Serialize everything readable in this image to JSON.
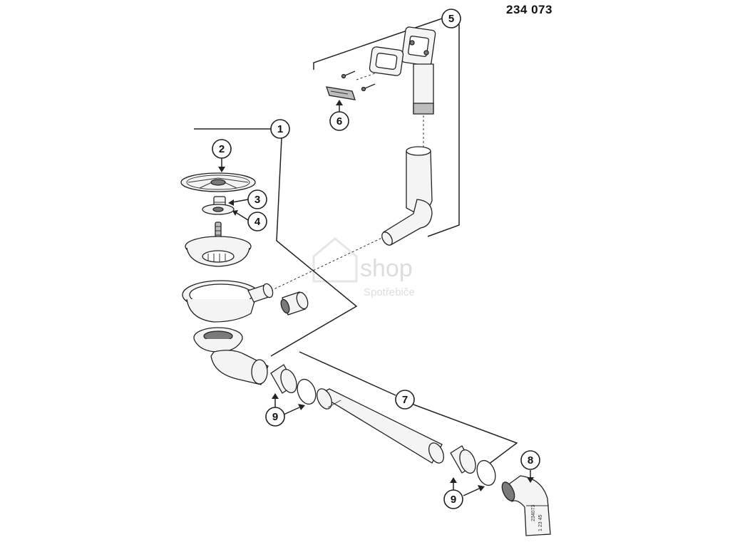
{
  "document": {
    "number": "234 073"
  },
  "callouts": [
    {
      "id": "1",
      "label": "1"
    },
    {
      "id": "2",
      "label": "2"
    },
    {
      "id": "3",
      "label": "3"
    },
    {
      "id": "4",
      "label": "4"
    },
    {
      "id": "5",
      "label": "5"
    },
    {
      "id": "6",
      "label": "6"
    },
    {
      "id": "7",
      "label": "7"
    },
    {
      "id": "8",
      "label": "8"
    },
    {
      "id": "9a",
      "label": "9"
    },
    {
      "id": "9b",
      "label": "9"
    }
  ],
  "watermark": {
    "brand": "shop",
    "sub": "Spotřebiče"
  },
  "elbow_label": {
    "line1": "234073",
    "line2": "1 23 45"
  },
  "colors": {
    "ink": "#222222",
    "part_fill": "#f4f4f4",
    "watermark": "#d8d8d8"
  }
}
